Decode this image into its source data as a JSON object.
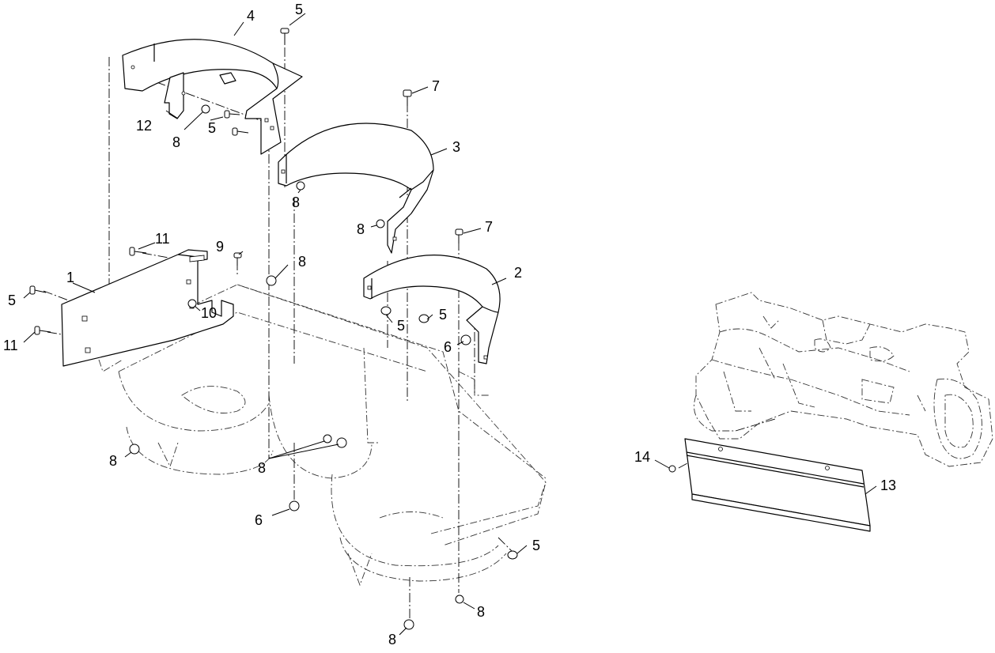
{
  "callouts": {
    "c1": "1",
    "c2": "2",
    "c3": "3",
    "c4": "4",
    "c5a": "5",
    "c5b": "5",
    "c5c": "5",
    "c5d": "5",
    "c5e": "5",
    "c5f": "5",
    "c6a": "6",
    "c6b": "6",
    "c7a": "7",
    "c7b": "7",
    "c8a": "8",
    "c8b": "8",
    "c8c": "8",
    "c8d": "8",
    "c8e": "8",
    "c8f": "8",
    "c8g": "8",
    "c8h": "8",
    "c9": "9",
    "c10": "10",
    "c11a": "11",
    "c11b": "11",
    "c12": "12",
    "c13": "13",
    "c14": "14"
  },
  "colors": {
    "line": "#000000",
    "background": "#ffffff"
  }
}
